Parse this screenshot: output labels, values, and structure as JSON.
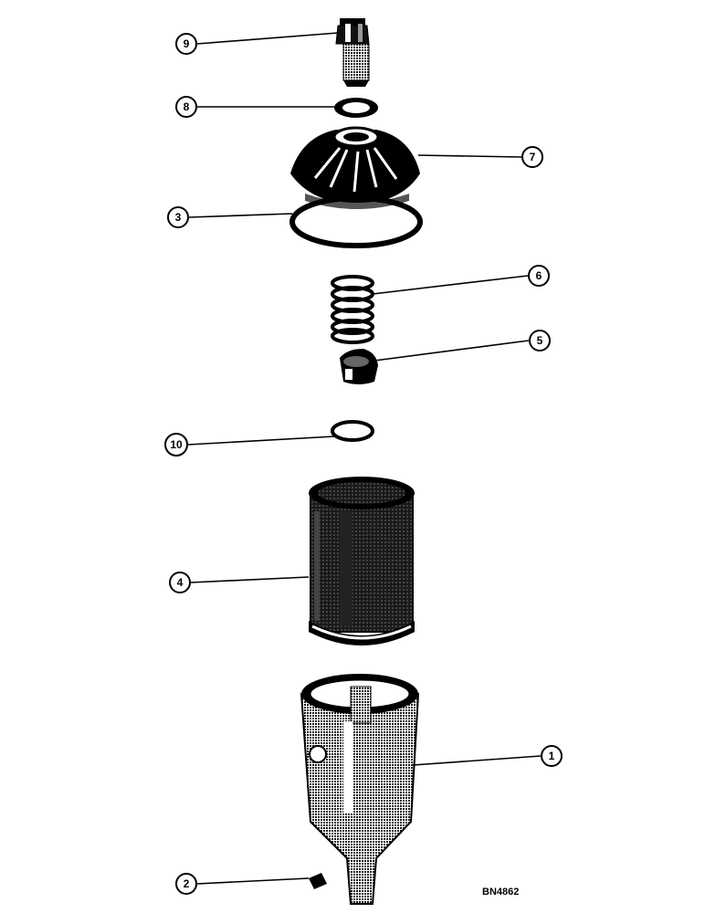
{
  "diagram": {
    "figure_code": "BN4862",
    "callouts": [
      {
        "id": "9",
        "label": "9"
      },
      {
        "id": "8",
        "label": "8"
      },
      {
        "id": "7",
        "label": "7"
      },
      {
        "id": "3",
        "label": "3"
      },
      {
        "id": "6",
        "label": "6"
      },
      {
        "id": "5",
        "label": "5"
      },
      {
        "id": "10",
        "label": "10"
      },
      {
        "id": "4",
        "label": "4"
      },
      {
        "id": "1",
        "label": "1"
      },
      {
        "id": "2",
        "label": "2"
      }
    ]
  }
}
